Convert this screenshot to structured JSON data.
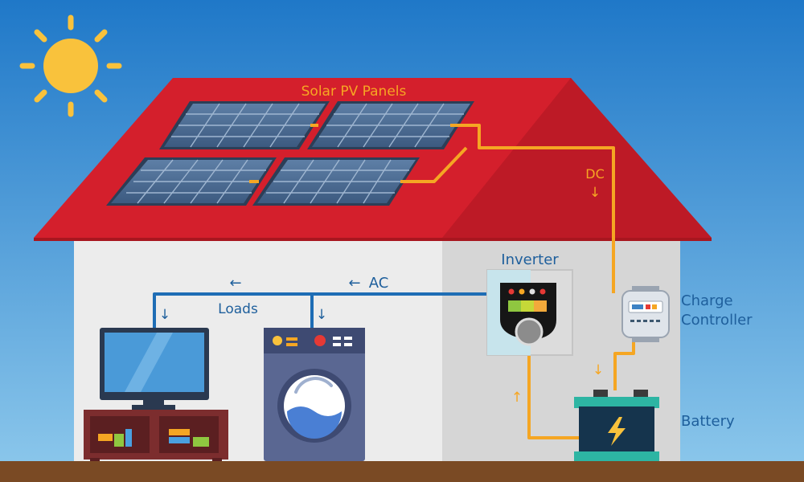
{
  "labels": {
    "solar_panels": "Solar PV Panels",
    "dc": "DC",
    "inverter": "Inverter",
    "ac": "AC",
    "loads": "Loads",
    "charge_controller_line1": "Charge",
    "charge_controller_line2": "Controller",
    "battery": "Battery"
  },
  "arrows": {
    "left": "←",
    "down": "↓",
    "up": "↑"
  },
  "colors": {
    "sky_top": "#1f78c8",
    "sky_bottom": "#8ec9ec",
    "roof": "#d41f2c",
    "roof_text": "#f6a623",
    "dc_wire": "#f5a623",
    "ac_wire": "#1e6db5",
    "wall_front": "#ececec",
    "wall_side": "#d6d6d6",
    "label_blue": "#1e5f9c",
    "ground": "#7a4a24",
    "sun": "#f9c23c"
  }
}
